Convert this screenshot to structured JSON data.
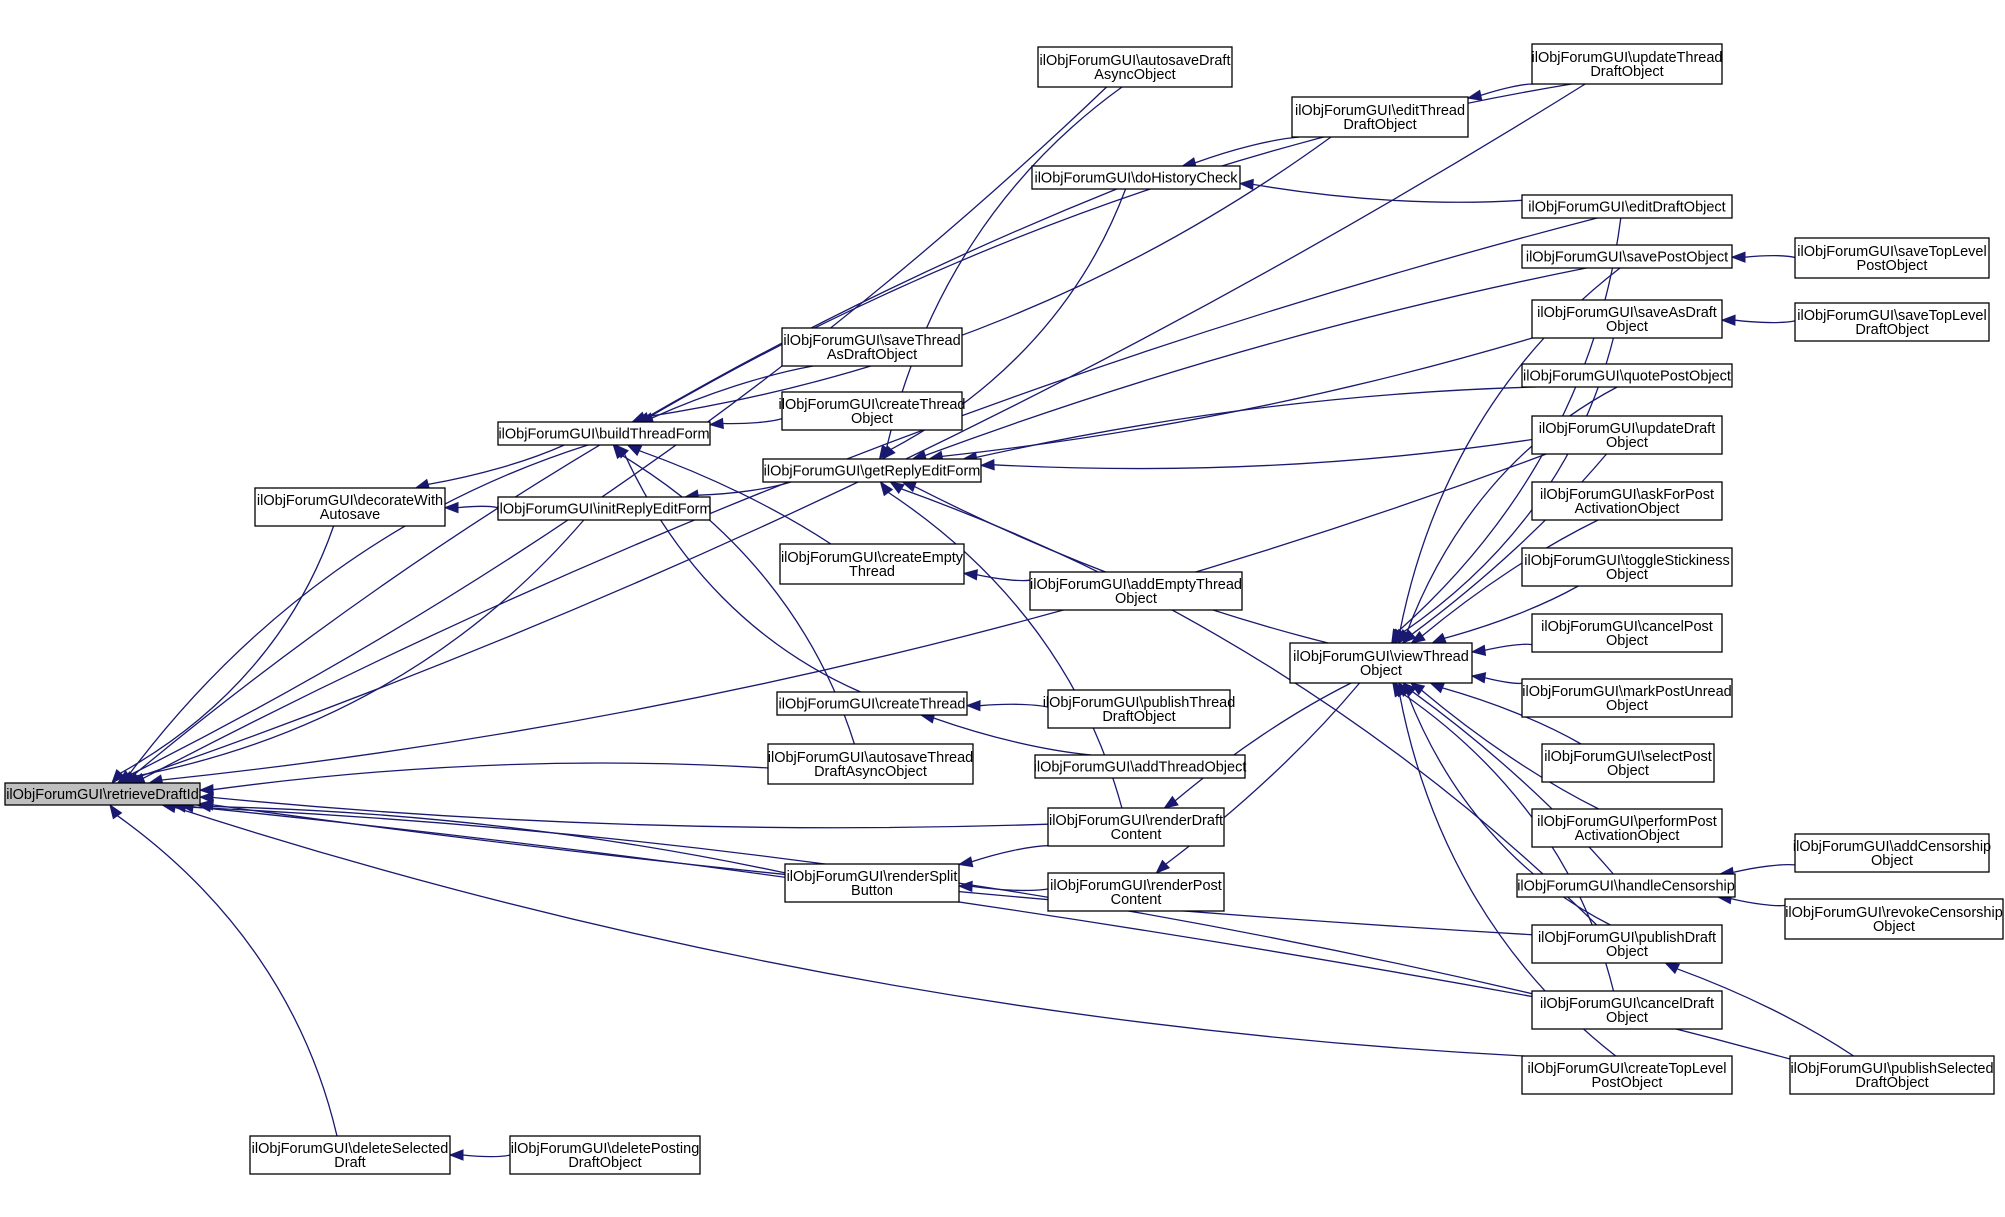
{
  "colors": {
    "edge": "#191970",
    "node_border": "#000000",
    "root_fill": "#bfbfbf",
    "node_fill": "#ffffff"
  },
  "nodes": [
    {
      "id": "retrieveDraftId",
      "lines": [
        "ilObjForumGUI\\retrieveDraftId"
      ],
      "root": true
    },
    {
      "id": "decorateWithAutosave",
      "lines": [
        "ilObjForumGUI\\decorateWith",
        "Autosave"
      ]
    },
    {
      "id": "deleteSelectedDraft",
      "lines": [
        "ilObjForumGUI\\deleteSelected",
        "Draft"
      ]
    },
    {
      "id": "buildThreadForm",
      "lines": [
        "ilObjForumGUI\\buildThreadForm"
      ]
    },
    {
      "id": "initReplyEditForm",
      "lines": [
        "ilObjForumGUI\\initReplyEditForm"
      ]
    },
    {
      "id": "deletePostingDraftObject",
      "lines": [
        "ilObjForumGUI\\deletePosting",
        "DraftObject"
      ]
    },
    {
      "id": "saveThreadAsDraftObject",
      "lines": [
        "ilObjForumGUI\\saveThread",
        "AsDraftObject"
      ]
    },
    {
      "id": "createThreadObject",
      "lines": [
        "ilObjForumGUI\\createThread",
        "Object"
      ]
    },
    {
      "id": "getReplyEditForm",
      "lines": [
        "ilObjForumGUI\\getReplyEditForm"
      ]
    },
    {
      "id": "createEmptyThread",
      "lines": [
        "ilObjForumGUI\\createEmpty",
        "Thread"
      ]
    },
    {
      "id": "createThread",
      "lines": [
        "ilObjForumGUI\\createThread"
      ]
    },
    {
      "id": "autosaveThreadDraftAsyncObject",
      "lines": [
        "ilObjForumGUI\\autosaveThread",
        "DraftAsyncObject"
      ]
    },
    {
      "id": "renderSplitButton",
      "lines": [
        "ilObjForumGUI\\renderSplit",
        "Button"
      ]
    },
    {
      "id": "autosaveDraftAsyncObject",
      "lines": [
        "ilObjForumGUI\\autosaveDraft",
        "AsyncObject"
      ]
    },
    {
      "id": "doHistoryCheck",
      "lines": [
        "ilObjForumGUI\\doHistoryCheck"
      ]
    },
    {
      "id": "addEmptyThreadObject",
      "lines": [
        "ilObjForumGUI\\addEmptyThread",
        "Object"
      ]
    },
    {
      "id": "publishThreadDraftObject",
      "lines": [
        "ilObjForumGUI\\publishThread",
        "DraftObject"
      ]
    },
    {
      "id": "addThreadObject",
      "lines": [
        "ilObjForumGUI\\addThreadObject"
      ]
    },
    {
      "id": "renderDraftContent",
      "lines": [
        "ilObjForumGUI\\renderDraft",
        "Content"
      ]
    },
    {
      "id": "renderPostContent",
      "lines": [
        "ilObjForumGUI\\renderPost",
        "Content"
      ]
    },
    {
      "id": "editThreadDraftObject",
      "lines": [
        "ilObjForumGUI\\editThread",
        "DraftObject"
      ]
    },
    {
      "id": "viewThreadObject",
      "lines": [
        "ilObjForumGUI\\viewThread",
        "Object"
      ]
    },
    {
      "id": "updateThreadDraftObject",
      "lines": [
        "ilObjForumGUI\\updateThread",
        "DraftObject"
      ]
    },
    {
      "id": "editDraftObject",
      "lines": [
        "ilObjForumGUI\\editDraftObject"
      ]
    },
    {
      "id": "savePostObject",
      "lines": [
        "ilObjForumGUI\\savePostObject"
      ]
    },
    {
      "id": "saveAsDraftObject",
      "lines": [
        "ilObjForumGUI\\saveAsDraft",
        "Object"
      ]
    },
    {
      "id": "quotePostObject",
      "lines": [
        "ilObjForumGUI\\quotePostObject"
      ]
    },
    {
      "id": "updateDraftObject",
      "lines": [
        "ilObjForumGUI\\updateDraft",
        "Object"
      ]
    },
    {
      "id": "askForPostActivationObject",
      "lines": [
        "ilObjForumGUI\\askForPost",
        "ActivationObject"
      ]
    },
    {
      "id": "toggleStickinessObject",
      "lines": [
        "ilObjForumGUI\\toggleStickiness",
        "Object"
      ]
    },
    {
      "id": "cancelPostObject",
      "lines": [
        "ilObjForumGUI\\cancelPost",
        "Object"
      ]
    },
    {
      "id": "markPostUnreadObject",
      "lines": [
        "ilObjForumGUI\\markPostUnread",
        "Object"
      ]
    },
    {
      "id": "selectPostObject",
      "lines": [
        "ilObjForumGUI\\selectPost",
        "Object"
      ]
    },
    {
      "id": "performPostActivationObject",
      "lines": [
        "ilObjForumGUI\\performPost",
        "ActivationObject"
      ]
    },
    {
      "id": "handleCensorship",
      "lines": [
        "ilObjForumGUI\\handleCensorship"
      ]
    },
    {
      "id": "publishDraftObject",
      "lines": [
        "ilObjForumGUI\\publishDraft",
        "Object"
      ]
    },
    {
      "id": "cancelDraftObject",
      "lines": [
        "ilObjForumGUI\\cancelDraft",
        "Object"
      ]
    },
    {
      "id": "createTopLevelPostObject",
      "lines": [
        "ilObjForumGUI\\createTopLevel",
        "PostObject"
      ]
    },
    {
      "id": "saveTopLevelPostObject",
      "lines": [
        "ilObjForumGUI\\saveTopLevel",
        "PostObject"
      ]
    },
    {
      "id": "saveTopLevelDraftObject",
      "lines": [
        "ilObjForumGUI\\saveTopLevel",
        "DraftObject"
      ]
    },
    {
      "id": "addCensorshipObject",
      "lines": [
        "ilObjForumGUI\\addCensorship",
        "Object"
      ]
    },
    {
      "id": "revokeCensorshipObject",
      "lines": [
        "ilObjForumGUI\\revokeCensorship",
        "Object"
      ]
    },
    {
      "id": "publishSelectedDraftObject",
      "lines": [
        "ilObjForumGUI\\publishSelected",
        "DraftObject"
      ]
    }
  ],
  "edges": [
    [
      "retrieveDraftId",
      "decorateWithAutosave"
    ],
    [
      "retrieveDraftId",
      "deleteSelectedDraft"
    ],
    [
      "retrieveDraftId",
      "initReplyEditForm"
    ],
    [
      "retrieveDraftId",
      "buildThreadForm"
    ],
    [
      "retrieveDraftId",
      "autosaveDraftAsyncObject"
    ],
    [
      "retrieveDraftId",
      "doHistoryCheck"
    ],
    [
      "retrieveDraftId",
      "updateThreadDraftObject"
    ],
    [
      "retrieveDraftId",
      "editDraftObject"
    ],
    [
      "retrieveDraftId",
      "updateDraftObject"
    ],
    [
      "retrieveDraftId",
      "autosaveThreadDraftAsyncObject"
    ],
    [
      "retrieveDraftId",
      "renderDraftContent"
    ],
    [
      "retrieveDraftId",
      "renderSplitButton"
    ],
    [
      "retrieveDraftId",
      "publishDraftObject"
    ],
    [
      "retrieveDraftId",
      "cancelDraftObject"
    ],
    [
      "retrieveDraftId",
      "createTopLevelPostObject"
    ],
    [
      "retrieveDraftId",
      "publishSelectedDraftObject"
    ],
    [
      "decorateWithAutosave",
      "buildThreadForm"
    ],
    [
      "decorateWithAutosave",
      "initReplyEditForm"
    ],
    [
      "deleteSelectedDraft",
      "deletePostingDraftObject"
    ],
    [
      "buildThreadForm",
      "saveThreadAsDraftObject"
    ],
    [
      "buildThreadForm",
      "createThreadObject"
    ],
    [
      "buildThreadForm",
      "createEmptyThread"
    ],
    [
      "buildThreadForm",
      "createThread"
    ],
    [
      "buildThreadForm",
      "autosaveThreadDraftAsyncObject"
    ],
    [
      "buildThreadForm",
      "editThreadDraftObject"
    ],
    [
      "buildThreadForm",
      "updateThreadDraftObject"
    ],
    [
      "initReplyEditForm",
      "getReplyEditForm"
    ],
    [
      "getReplyEditForm",
      "autosaveDraftAsyncObject"
    ],
    [
      "getReplyEditForm",
      "doHistoryCheck"
    ],
    [
      "getReplyEditForm",
      "renderDraftContent"
    ],
    [
      "getReplyEditForm",
      "viewThreadObject"
    ],
    [
      "getReplyEditForm",
      "savePostObject"
    ],
    [
      "getReplyEditForm",
      "saveAsDraftObject"
    ],
    [
      "getReplyEditForm",
      "quotePostObject"
    ],
    [
      "getReplyEditForm",
      "updateDraftObject"
    ],
    [
      "getReplyEditForm",
      "publishDraftObject"
    ],
    [
      "createEmptyThread",
      "addEmptyThreadObject"
    ],
    [
      "createThread",
      "publishThreadDraftObject"
    ],
    [
      "createThread",
      "addThreadObject"
    ],
    [
      "renderSplitButton",
      "renderDraftContent"
    ],
    [
      "renderSplitButton",
      "renderPostContent"
    ],
    [
      "doHistoryCheck",
      "editThreadDraftObject"
    ],
    [
      "doHistoryCheck",
      "editDraftObject"
    ],
    [
      "renderDraftContent",
      "viewThreadObject"
    ],
    [
      "renderPostContent",
      "viewThreadObject"
    ],
    [
      "editThreadDraftObject",
      "updateThreadDraftObject"
    ],
    [
      "viewThreadObject",
      "editDraftObject"
    ],
    [
      "viewThreadObject",
      "savePostObject"
    ],
    [
      "viewThreadObject",
      "saveAsDraftObject"
    ],
    [
      "viewThreadObject",
      "quotePostObject"
    ],
    [
      "viewThreadObject",
      "updateDraftObject"
    ],
    [
      "viewThreadObject",
      "askForPostActivationObject"
    ],
    [
      "viewThreadObject",
      "toggleStickinessObject"
    ],
    [
      "viewThreadObject",
      "cancelPostObject"
    ],
    [
      "viewThreadObject",
      "markPostUnreadObject"
    ],
    [
      "viewThreadObject",
      "selectPostObject"
    ],
    [
      "viewThreadObject",
      "performPostActivationObject"
    ],
    [
      "viewThreadObject",
      "handleCensorship"
    ],
    [
      "viewThreadObject",
      "publishDraftObject"
    ],
    [
      "viewThreadObject",
      "cancelDraftObject"
    ],
    [
      "viewThreadObject",
      "createTopLevelPostObject"
    ],
    [
      "savePostObject",
      "saveTopLevelPostObject"
    ],
    [
      "saveAsDraftObject",
      "saveTopLevelDraftObject"
    ],
    [
      "handleCensorship",
      "addCensorshipObject"
    ],
    [
      "handleCensorship",
      "revokeCensorshipObject"
    ],
    [
      "publishDraftObject",
      "publishSelectedDraftObject"
    ]
  ]
}
